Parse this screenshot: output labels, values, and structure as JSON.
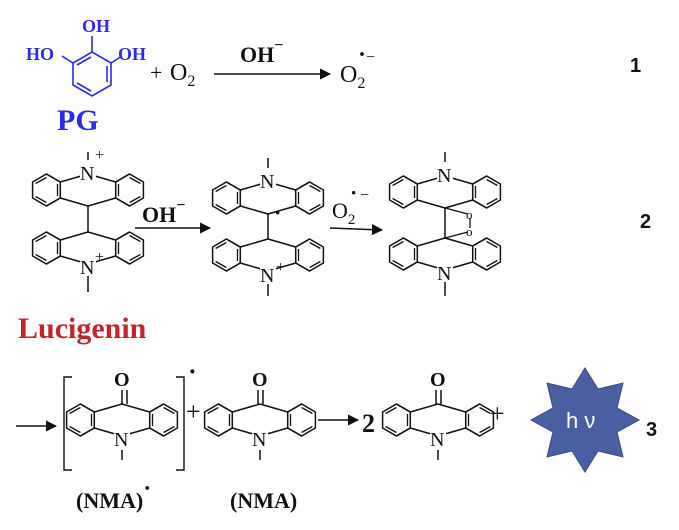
{
  "colors": {
    "pg_label": "#2b2be8",
    "lucigenin_label": "#c0272d",
    "star_fill": "#4a5fa1",
    "star_text": "#ffffff",
    "ink": "#111111"
  },
  "equation1": {
    "pg": {
      "oh_top": "OH",
      "ho_left": "HO",
      "oh_right": "OH",
      "name": "PG"
    },
    "plus": "+",
    "o2_letter": "O",
    "o2_sub": "2",
    "arrow_reagent": "OH",
    "arrow_reagent_charge": "−",
    "product_letter": "O",
    "product_sub": "2",
    "product_dot": "·",
    "product_charge": "−",
    "number": "1"
  },
  "equation2": {
    "lucigenin_name": "Lucigenin",
    "n_label": "N",
    "plus": "+",
    "radical_dot": "·",
    "arrow1_reagent": "OH",
    "arrow1_charge": "−",
    "arrow2_letter": "O",
    "arrow2_sub": "2",
    "arrow2_dot": "·",
    "arrow2_charge": "−",
    "o_label": "o",
    "number": "2"
  },
  "equation3": {
    "o_label": "O",
    "n_label": "N",
    "radical_dot": "·",
    "plus": "+",
    "coefficient": "2",
    "nma_radical_label": "(NMA)",
    "nma_radical_dot": "·",
    "nma_label": "(NMA)",
    "light": "h ν",
    "number": "3"
  }
}
